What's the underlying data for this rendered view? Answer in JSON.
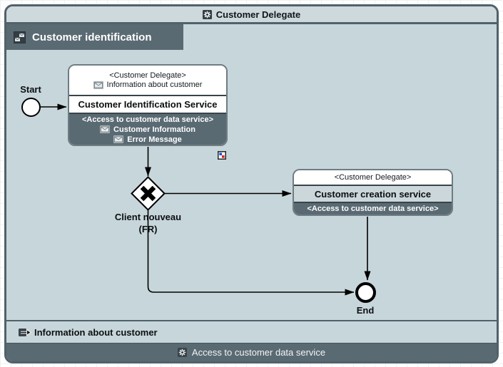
{
  "pool": {
    "title": "Customer Delegate"
  },
  "lane": {
    "title": "Customer identification"
  },
  "events": {
    "start_label": "Start",
    "end_label": "End"
  },
  "tasks": {
    "identification": {
      "participant": "<Customer Delegate>",
      "input_message": "Information about customer",
      "name": "Customer Identification Service",
      "service_ref": "<Access to customer data service>",
      "outputs": [
        "Customer Information",
        "Error Message"
      ]
    },
    "creation": {
      "participant": "<Customer Delegate>",
      "name": "Customer creation service",
      "service_ref": "<Access to customer data service>"
    }
  },
  "gateway": {
    "label_line1": "Client nouveau",
    "label_line2": "(FR)"
  },
  "footer": {
    "data_object_label": "Information about customer",
    "service_label": "Access to customer data service"
  },
  "icons": {
    "pool_icon": "service-gear-icon",
    "lane_icon": "messages-icon",
    "data_object_icon": "data-output-icon",
    "service_icon": "service-gear-icon",
    "task_marker": "chained-activity-marker"
  },
  "colors": {
    "dark_slate": "#5a6a73",
    "canvas": "#c7d6db",
    "header_band": "#cdd9dd",
    "frame_border": "#51616a",
    "marker_blue": "#2351c4",
    "marker_red": "#d8261f"
  }
}
